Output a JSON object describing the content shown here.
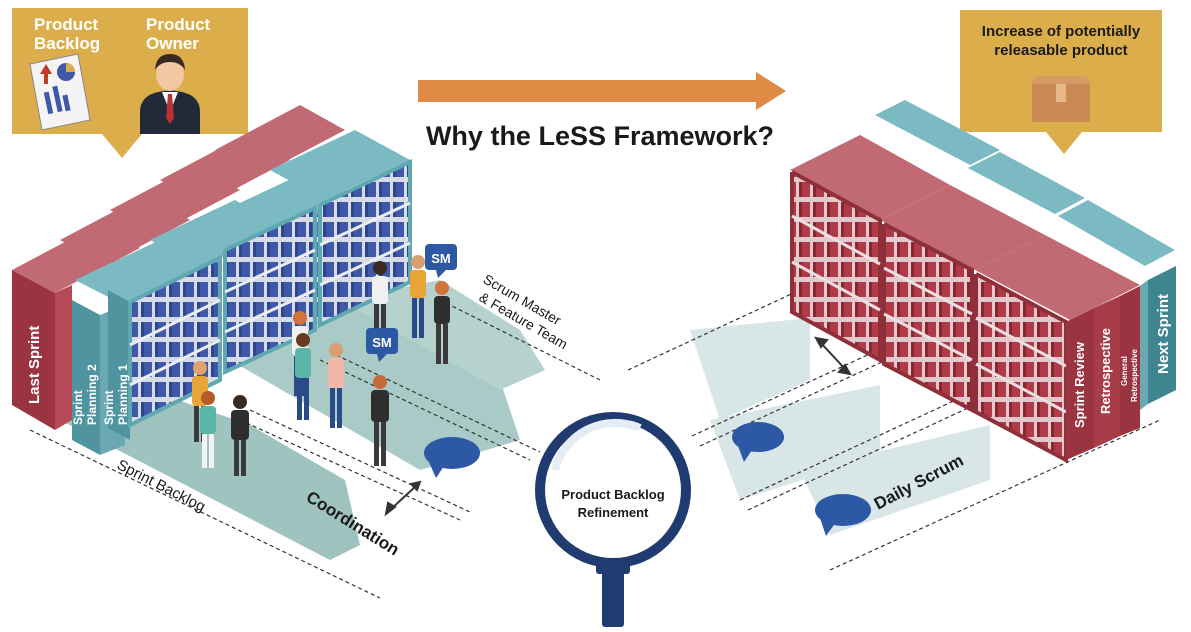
{
  "title": "Why the LeSS Framework?",
  "callouts": {
    "left": {
      "backlog_line1": "Product",
      "backlog_line2": "Backlog",
      "owner_line1": "Product",
      "owner_line2": "Owner"
    },
    "right": {
      "line1": "Increase of potentially",
      "line2": "releasable product"
    }
  },
  "shelf_labels": {
    "last_sprint": "Last Sprint",
    "planning2_line1": "Sprint",
    "planning2_line2": "Planning 2",
    "planning1_line1": "Sprint",
    "planning1_line2": "Planning 1",
    "sprint_review": "Sprint Review",
    "retrospective": "Retrospective",
    "general_retro_line1": "General",
    "general_retro_line2": "Retrospective",
    "next_sprint": "Next Sprint"
  },
  "floor_labels": {
    "sprint_backlog": "Sprint Backlog",
    "coordination": "Coordination",
    "scrum_master_line1": "Scrum Master",
    "scrum_master_line2": "& Feature Team",
    "daily_scrum": "Daily Scrum"
  },
  "badges": {
    "sm": "SM"
  },
  "magnifier": {
    "line1": "Product Backlog",
    "line2": "Refinement"
  },
  "colors": {
    "shelf_red": "#b8525c",
    "shelf_red_dark": "#8f2f39",
    "shelf_teal": "#5fa8b2",
    "shelf_teal_dark": "#3f8590",
    "book_blue": "#3f58a8",
    "floor_teal": "#9fc3bf",
    "callout_gold": "#dcae4b",
    "arrow_orange": "#df8a45",
    "bubble_blue": "#2d58a4",
    "magnifier_ring": "#1f3b6f"
  }
}
